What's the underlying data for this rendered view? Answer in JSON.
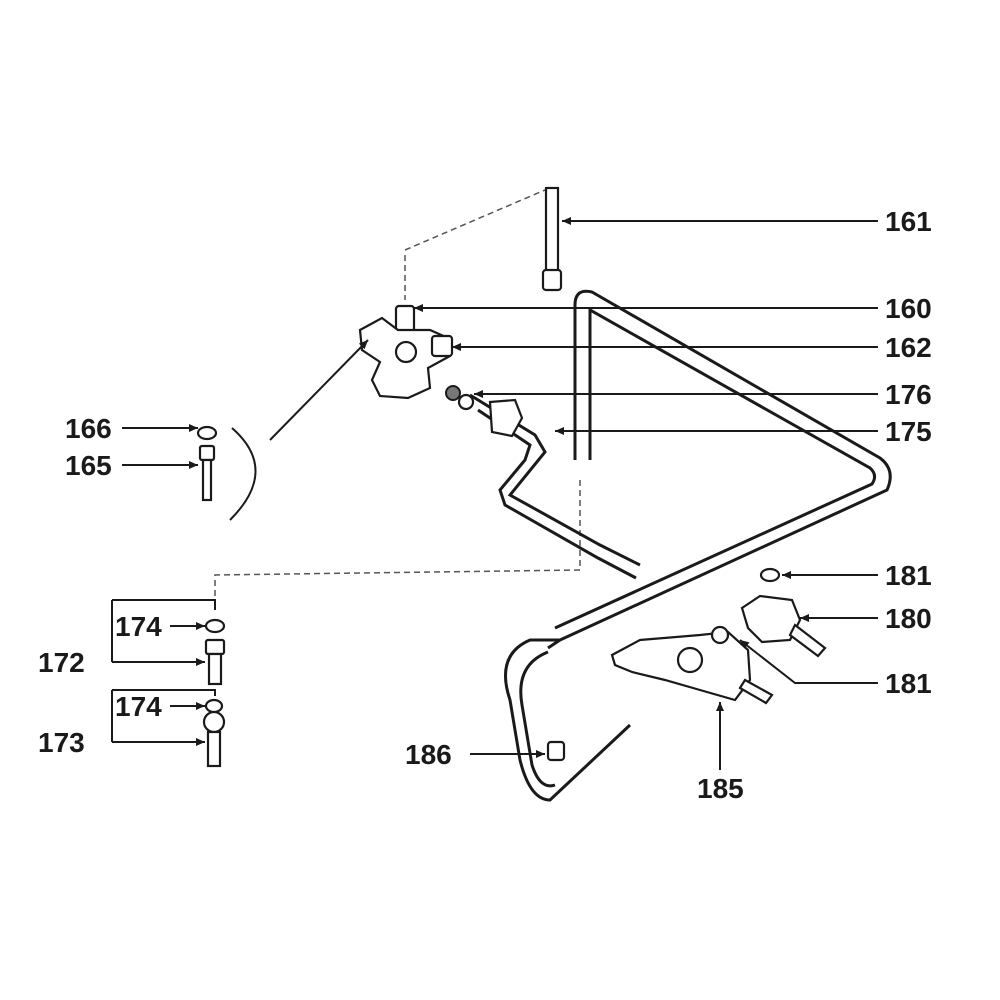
{
  "labels": {
    "l161": "161",
    "l160": "160",
    "l162": "162",
    "l176": "176",
    "l175": "175",
    "l166": "166",
    "l165": "165",
    "l174a": "174",
    "l172": "172",
    "l174b": "174",
    "l173": "173",
    "l181a": "181",
    "l180": "180",
    "l181b": "181",
    "l186": "186",
    "l185": "185"
  }
}
